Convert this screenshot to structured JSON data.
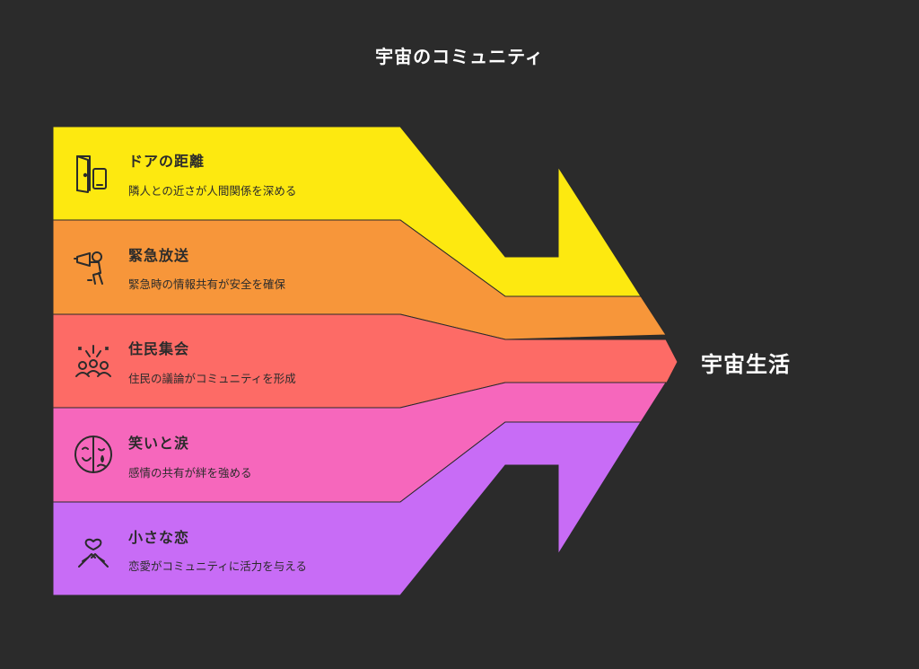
{
  "title": "宇宙のコミュニティ",
  "target": "宇宙生活",
  "bands": [
    {
      "title": "ドアの距離",
      "description": "隣人との近さが人間関係を深める",
      "color": "#fde910",
      "icon": "door-phone-icon"
    },
    {
      "title": "緊急放送",
      "description": "緊急時の情報共有が安全を確保",
      "color": "#f7963a",
      "icon": "megaphone-person-icon"
    },
    {
      "title": "住民集会",
      "description": "住民の議論がコミュニティを形成",
      "color": "#fd6b66",
      "icon": "crowd-celebration-icon"
    },
    {
      "title": "笑いと涙",
      "description": "感情の共有が絆を強める",
      "color": "#f667bc",
      "icon": "laugh-cry-mask-icon"
    },
    {
      "title": "小さな恋",
      "description": "恋愛がコミュニティに活力を与える",
      "color": "#c86cf6",
      "icon": "heart-hands-icon"
    }
  ]
}
